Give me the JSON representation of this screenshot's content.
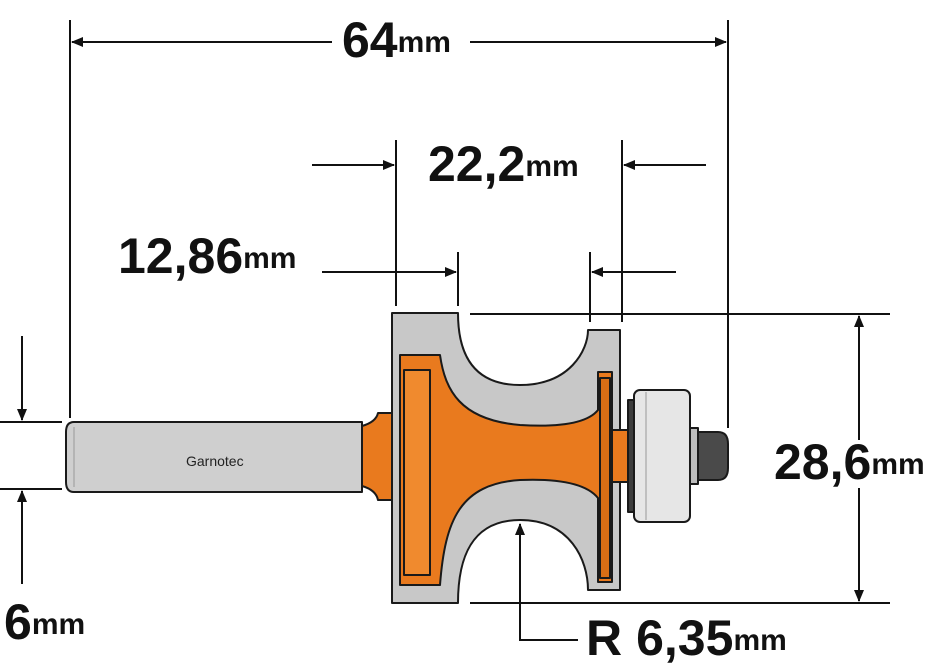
{
  "brand_label": "Garnotec",
  "dimensions": {
    "overall_length": {
      "value": "64",
      "unit": "mm"
    },
    "cutting_width": {
      "value": "22,2",
      "unit": "mm"
    },
    "profile_offset": {
      "value": "12,86",
      "unit": "mm"
    },
    "cutting_height": {
      "value": "28,6",
      "unit": "mm"
    },
    "shank_diameter": {
      "value": "6",
      "unit": "mm"
    },
    "radius": {
      "prefix": "R",
      "value": "6,35",
      "unit": "mm"
    }
  },
  "colors": {
    "body_orange": "#E97A1E",
    "carbide_grey": "#C8C8C8",
    "shank_grey": "#CFCFCF",
    "bearing_light": "#E6E6E6",
    "screw_dark": "#4A4A4A",
    "line": "#111111"
  }
}
